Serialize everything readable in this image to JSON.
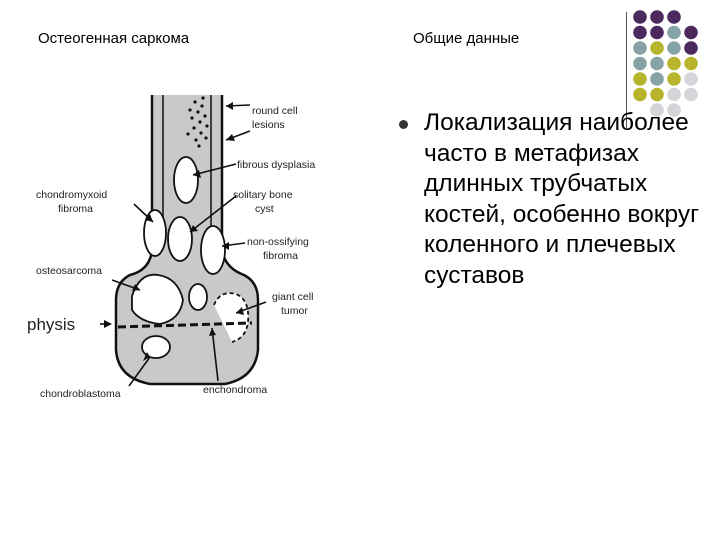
{
  "slide": {
    "title_left": "Остеогенная саркома",
    "title_right": "Общие данные",
    "bullet_text": "Локализация наиболее часто в метафизах длинных трубчатых костей, особенно вокруг коленного и плечевых суставов"
  },
  "diagram": {
    "labels": {
      "round_cell_1": "round cell",
      "round_cell_2": "lesions",
      "fibrous_dysplasia": "fibrous dysplasia",
      "solitary_1": "solitary bone",
      "solitary_2": "cyst",
      "chondromyxoid_1": "chondromyxoid",
      "chondromyxoid_2": "fibroma",
      "non_ossifying_1": "non-ossifying",
      "non_ossifying_2": "fibroma",
      "osteosarcoma": "osteosarcoma",
      "giant_cell_1": "giant cell",
      "giant_cell_2": "tumor",
      "physis": "physis",
      "chondroblastoma": "chondroblastoma",
      "enchondroma": "enchondroma"
    }
  },
  "colors": {
    "purple": "#4d2a5e",
    "teal": "#86a3a6",
    "olive": "#b8b52d",
    "light_gray": "#d4d4d9",
    "bone_gray": "#c8c8c8"
  }
}
